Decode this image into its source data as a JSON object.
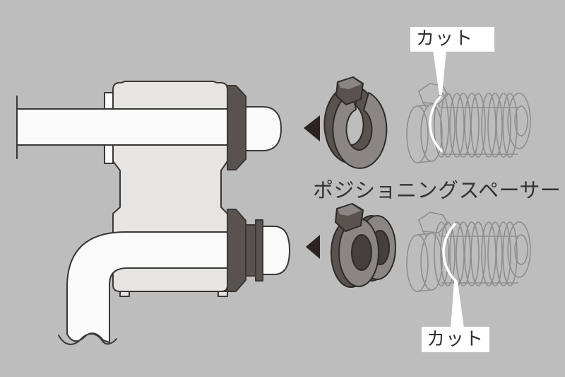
{
  "callouts": {
    "cut_top": {
      "label": "カット"
    },
    "cut_bottom": {
      "label": "カット"
    }
  },
  "caption": {
    "part_name": "ポジショニングスペーサー"
  },
  "icons": {
    "top_arrow": "arrow-left",
    "bottom_arrow": "arrow-left"
  },
  "colors": {
    "background": "#bdbdbd",
    "outline": "#3a3735",
    "body_fill": "#e7e5e4",
    "white_fill": "#fafafa",
    "dark_part": "#59524e",
    "spacer_face": "#8b8684",
    "spacer_bore": "#453f3d",
    "ghost_outline": "#8e8e8e",
    "arrow": "#2b2321",
    "callout_bg": "#ffffff",
    "text": "#323232"
  }
}
